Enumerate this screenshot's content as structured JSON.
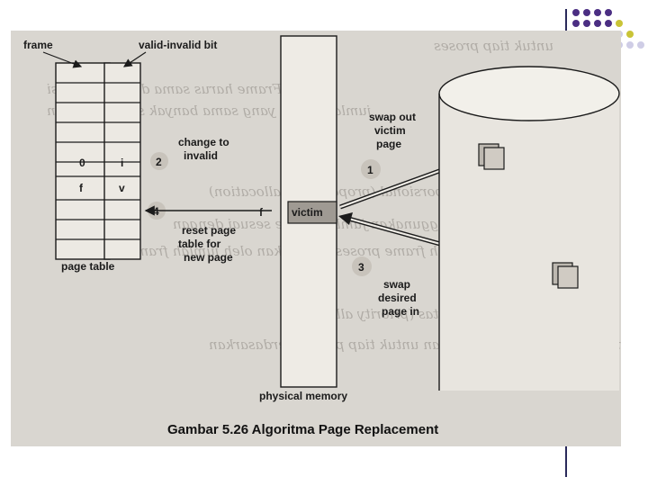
{
  "labels": {
    "frame": "frame",
    "valid_invalid_bit": "valid-invalid bit",
    "page_table": "page table",
    "physical_memory": "physical memory",
    "frame_f": "f",
    "victim": "victim",
    "step1": "swap out victim page",
    "step2": "change to invalid",
    "step3": "swap desired page in",
    "step4": "reset page table for new page"
  },
  "step_numbers": [
    "1",
    "2",
    "3",
    "4"
  ],
  "page_table_rows": [
    {
      "frame": "0",
      "bit": "i"
    },
    {
      "frame": "f",
      "bit": "v"
    }
  ],
  "caption": "Gambar 5.26 Algoritma Page Replacement",
  "colors": {
    "accent_purple": "#4b2e83",
    "accent_yellow": "#c9c437",
    "accent_lavender": "#cfcde6"
  }
}
